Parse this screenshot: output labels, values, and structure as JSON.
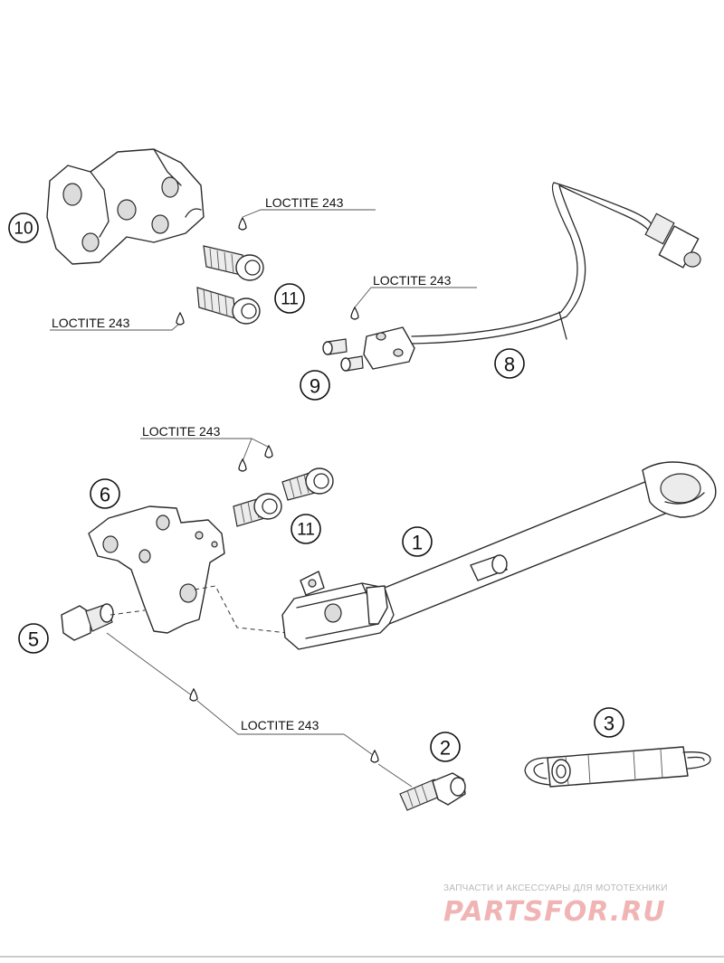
{
  "callouts": [
    "1",
    "2",
    "3",
    "5",
    "6",
    "8",
    "9",
    "10",
    "11",
    "11"
  ],
  "loctite_labels": [
    "LOCTITE 243",
    "LOCTITE 243",
    "LOCTITE 243",
    "LOCTITE 243",
    "LOCTITE 243"
  ],
  "watermark": {
    "tagline": "ЗАПЧАСТИ И АКСЕССУАРЫ ДЛЯ МОТОТЕХНИКИ",
    "logo": "PARTSFOR.RU",
    "color": "#e88a8a"
  }
}
